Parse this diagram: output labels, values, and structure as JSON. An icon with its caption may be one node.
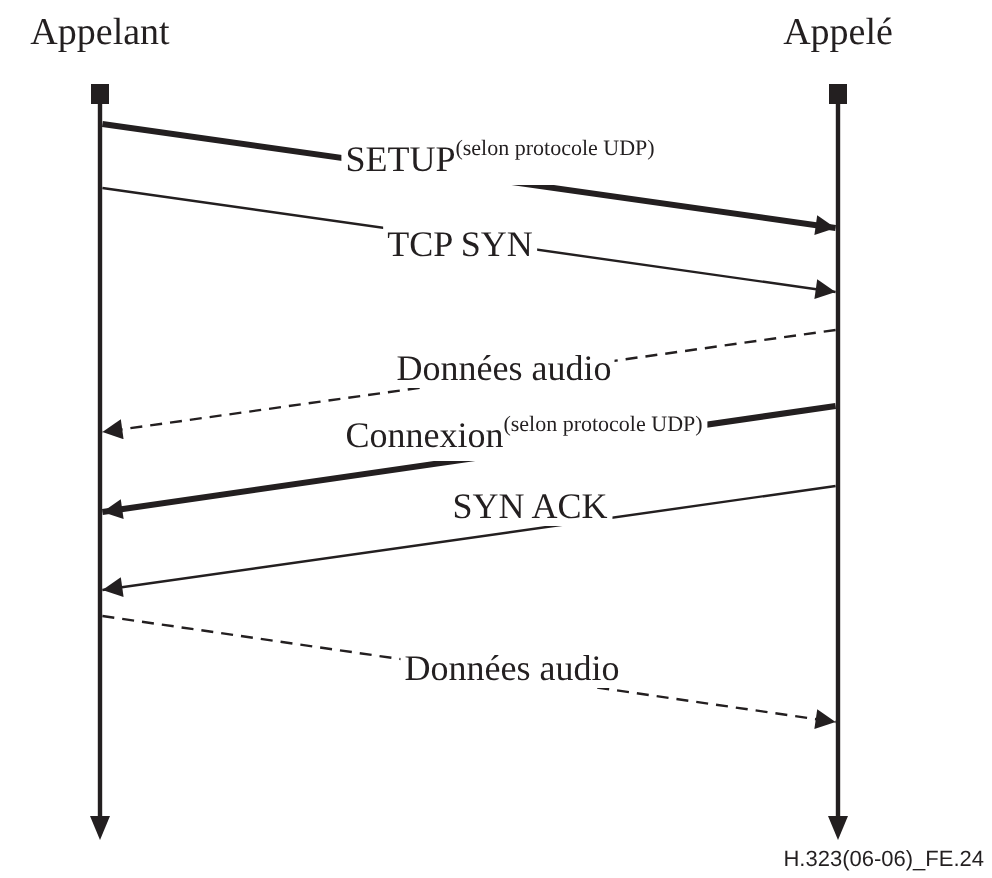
{
  "diagram": {
    "nodes": [
      {
        "text": [
          "Appelant"
        ]
      },
      {
        "text": [
          "Appelé"
        ]
      }
    ],
    "edges": [
      {
        "from": 0,
        "to": 1,
        "arrow": "to",
        "label": "SETUP$^{(selon protocole UDP)}$",
        "style": "thick"
      },
      {
        "from": 0,
        "to": 1,
        "arrow": "to",
        "label": "TCP SYN"
      },
      {
        "from": 1,
        "to": 0,
        "arrow": "to",
        "label": "Données audio",
        "style": "dashed"
      },
      {
        "from": 1,
        "to": 0,
        "arrow": "to",
        "label": "Connexion$^{(selon protocole UDP)}$",
        "style": "thick"
      },
      {
        "from": 1,
        "to": 0,
        "arrow": "to",
        "label": "SYN ACK"
      },
      {
        "from": 0,
        "to": 1,
        "arrow": "to",
        "label": "Données audio",
        "style": "dashed"
      }
    ],
    "labels": [
      "H.323(06-06)_FE.24"
    ]
  }
}
